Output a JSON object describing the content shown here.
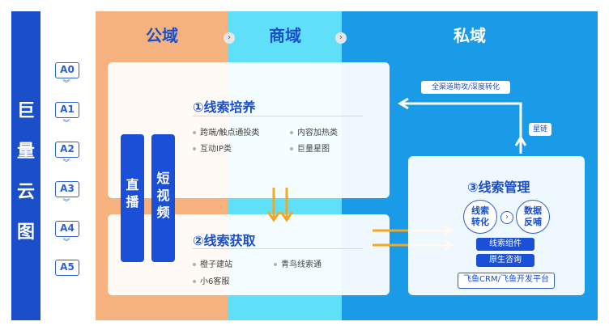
{
  "left_title": [
    "巨",
    "量",
    "云",
    "图"
  ],
  "stages": [
    "A0",
    "A1",
    "A2",
    "A3",
    "A4",
    "A5"
  ],
  "columns": {
    "public": "公域",
    "shop": "商域",
    "private": "私域"
  },
  "cultivate": {
    "title": "①线索培养",
    "items": [
      "跨端/触点通投类",
      "内容加热类",
      "互动IP类",
      "巨量星图"
    ]
  },
  "acquire": {
    "title": "②线索获取",
    "items": [
      "橙子建站",
      "青鸟线索通",
      "小6客服"
    ]
  },
  "vertical_buttons": {
    "live": "直播",
    "short_video": "短视频"
  },
  "manage": {
    "title": "③线索管理",
    "circle_left": [
      "线索",
      "转化"
    ],
    "circle_right": [
      "数据",
      "反哺"
    ],
    "btn1": "线索组件",
    "btn2": "原生咨询",
    "platform": "飞鱼CRM/飞鱼开发平台"
  },
  "private_flow": {
    "top_label": "全渠道助攻/深度转化",
    "side_label": "星链"
  },
  "colors": {
    "orange_arrow": "#f5a623",
    "deep_blue": "#1a4fc9",
    "panel": "#ffffff"
  },
  "icons": [
    "chevron-right-icon",
    "chevron-double-down-icon",
    "arrow-down-icon",
    "arrow-right-icon",
    "arrow-up-icon"
  ]
}
